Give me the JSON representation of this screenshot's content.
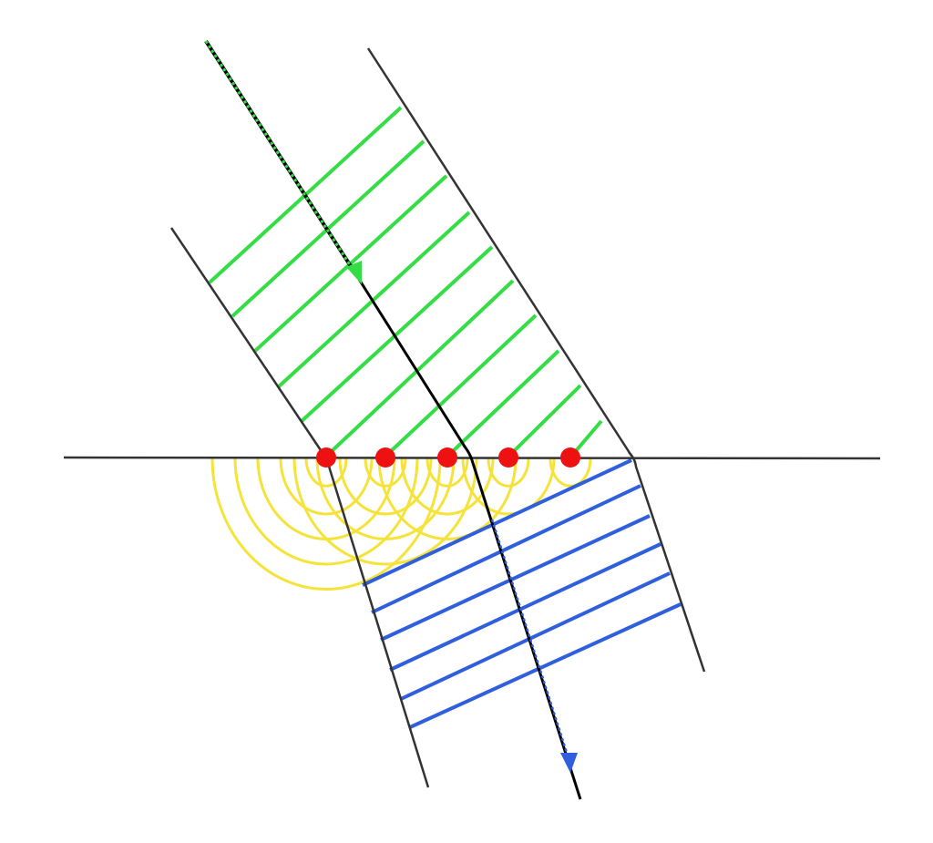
{
  "diagram": {
    "colors": {
      "boundary": "#333333",
      "incident_wavefront": "#33dd44",
      "refracted_wavefront": "#2f5fdd",
      "secondary_wavelet": "#f5e33a",
      "source_point": "#ee1111",
      "ray": "#000000"
    },
    "incident_wavefront_count": 10,
    "refracted_wavefront_count": 6,
    "source_point_count": 5,
    "icons": {
      "incident_arrow": "arrowhead-down-icon",
      "refracted_arrow": "arrowhead-down-icon"
    }
  }
}
